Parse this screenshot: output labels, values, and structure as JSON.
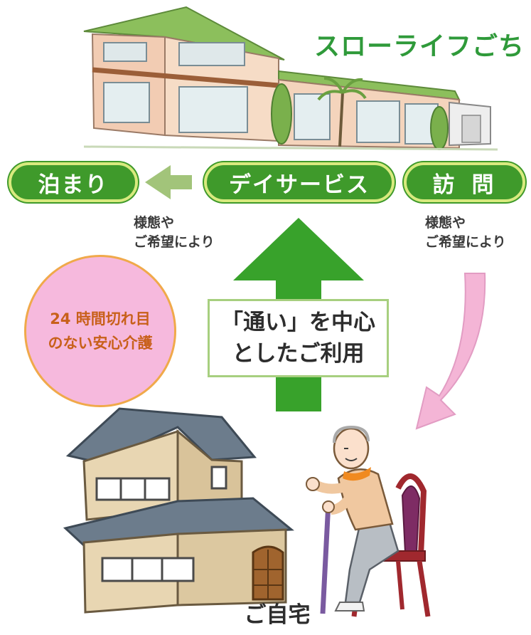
{
  "brand": {
    "title": "スローライフごち"
  },
  "flow": {
    "stay": {
      "label": "泊まり"
    },
    "day_service": {
      "label": "デイサービス"
    },
    "visit": {
      "label": "訪問"
    }
  },
  "notes": {
    "left": {
      "line1": "様態や",
      "line2": "ご希望により"
    },
    "right": {
      "line1": "様態や",
      "line2": "ご希望により"
    }
  },
  "badge": {
    "line1": "24 時間切れ目",
    "line2": "のない安心介護"
  },
  "center_box": {
    "line1": "「通い」を中心",
    "line2": "としたご利用"
  },
  "home": {
    "label": "ご自宅"
  },
  "colors": {
    "pill_green": "#3f9a2b",
    "pill_border": "#d8ea7e",
    "brand_green": "#2f9a3a",
    "arrow_green": "#38a22b",
    "arrow_pale_green": "#a2c47a",
    "arrow_pink": "#f4b5d6",
    "circle_pink": "#f6b9dd",
    "circle_text": "#c8601a",
    "circle_border": "#f0a94a"
  },
  "icons": {
    "facility": "care-facility-illustration",
    "house": "house-illustration",
    "person": "elderly-person-illustration"
  }
}
